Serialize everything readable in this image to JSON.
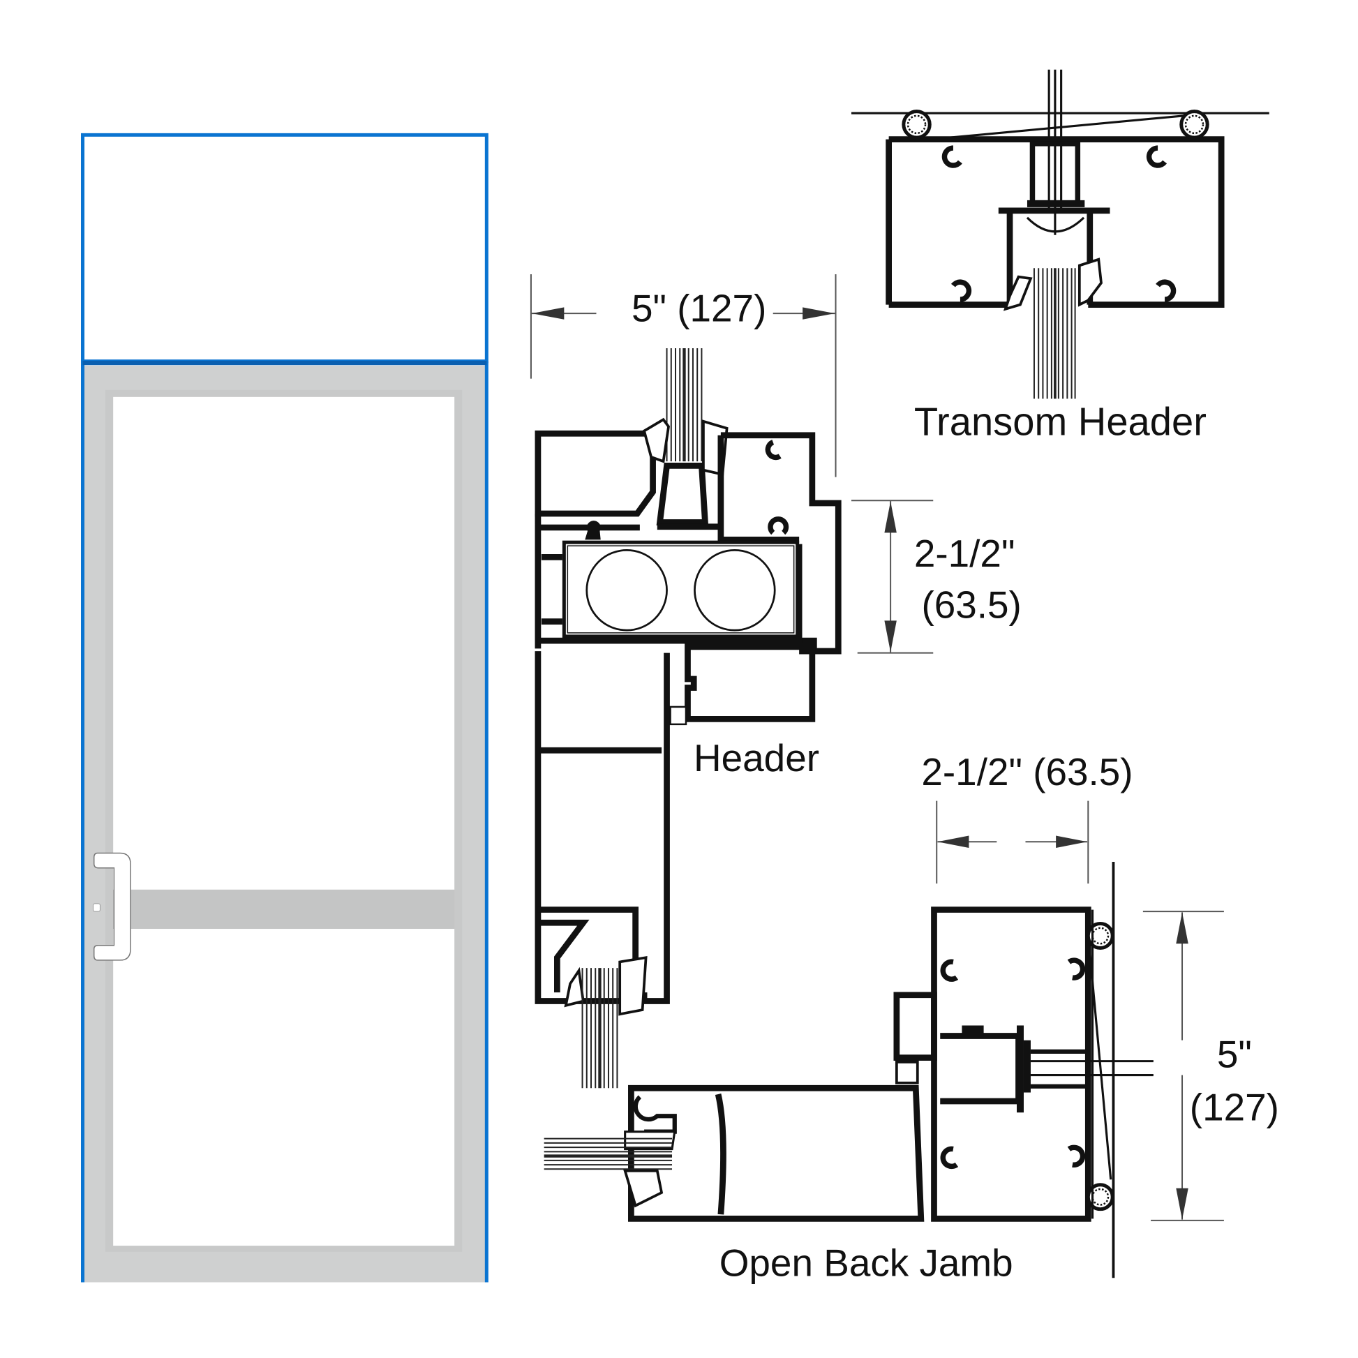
{
  "colors": {
    "frame_blue": "#0a74d1",
    "door_gray": "#cfd0d0",
    "door_gray_inner": "#c4c5c5",
    "line": "#111111",
    "dim_line": "#555555",
    "background": "#ffffff"
  },
  "elevation": {
    "name": "Door with transom elevation",
    "parts": [
      "transom",
      "door-frame",
      "upper-glass",
      "mid-rail",
      "lower-glass",
      "pull-handle"
    ]
  },
  "details": {
    "transom_header": {
      "label": "Transom Header"
    },
    "header": {
      "label": "Header"
    },
    "open_back_jamb": {
      "label": "Open Back Jamb"
    }
  },
  "dimensions": {
    "header_width": {
      "text": "5\" (127)"
    },
    "header_height": {
      "line1": "2-1/2\"",
      "line2": "(63.5)"
    },
    "jamb_width": {
      "text": "2-1/2\" (63.5)"
    },
    "jamb_depth": {
      "line1": "5\"",
      "line2": "(127)"
    }
  }
}
